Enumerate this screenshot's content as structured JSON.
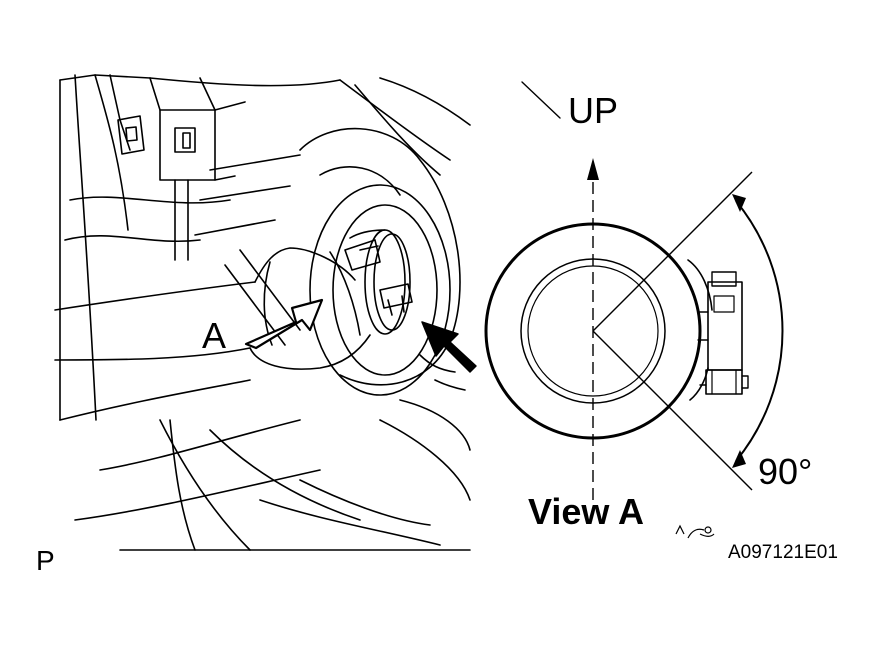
{
  "labels": {
    "up": "UP",
    "view_arrow": "A",
    "view_title": "View A",
    "angle": "90°",
    "corner_mark": "P",
    "figure_code": "A097121E01"
  },
  "colors": {
    "ink": "#000000",
    "paper": "#ffffff"
  }
}
